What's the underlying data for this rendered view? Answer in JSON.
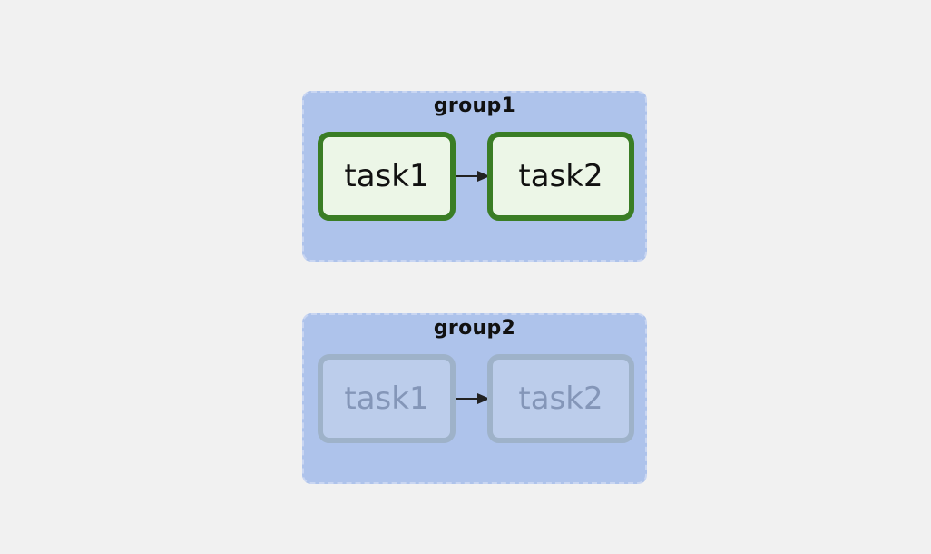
{
  "groups": [
    {
      "label": "group1",
      "state": "active",
      "tasks": [
        {
          "label": "task1"
        },
        {
          "label": "task2"
        }
      ]
    },
    {
      "label": "group2",
      "state": "inactive",
      "tasks": [
        {
          "label": "task1"
        },
        {
          "label": "task2"
        }
      ]
    }
  ],
  "colors": {
    "background": "#f1f1f1",
    "group_fill": "#aec3eb",
    "active_task_fill": "#ecf6e7",
    "active_task_border": "#3a7d25",
    "inactive_task_fill": "#bccdeb",
    "inactive_task_border": "#9eb2c9",
    "arrow": "#222222"
  }
}
